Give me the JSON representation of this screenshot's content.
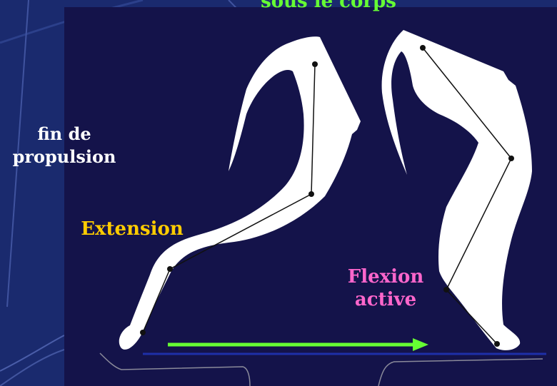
{
  "slide": {
    "title_partial": "sous le corps",
    "phase_label": "fin de\npropulsion",
    "extension_label": "Extension",
    "flexion_label": "Flexion\nactive"
  },
  "colors": {
    "background": "#1a2a6e",
    "panel": "#14134a",
    "title": "#66ff33",
    "extension": "#ffcc00",
    "flexion": "#ff66cc",
    "arrow": "#66ff33"
  }
}
